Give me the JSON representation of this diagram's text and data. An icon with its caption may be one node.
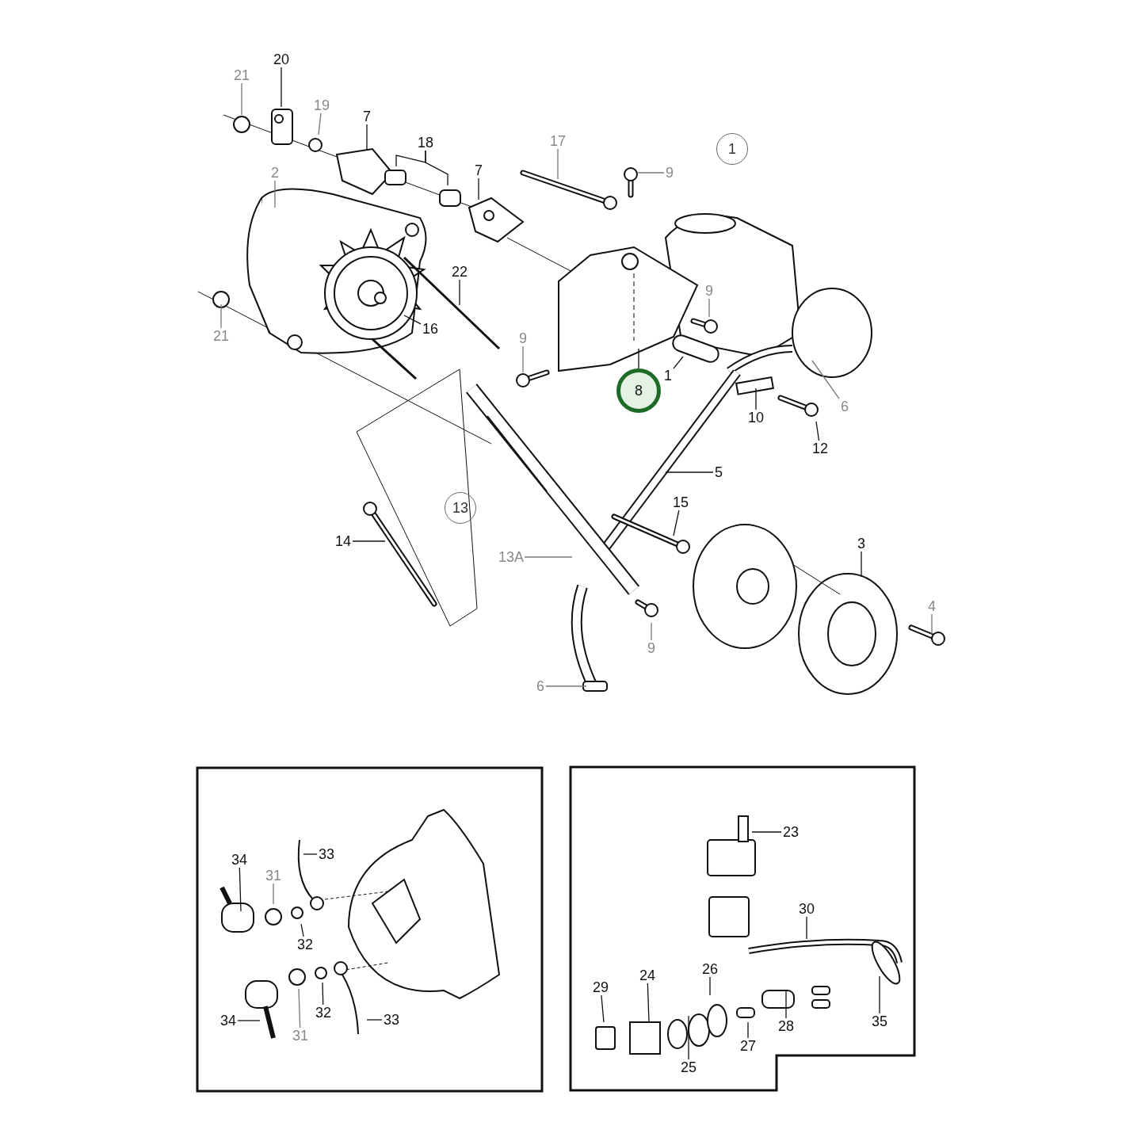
{
  "diagram": {
    "nodes": [
      {
        "text": [
          "20"
        ]
      },
      {
        "text": [
          "21"
        ]
      },
      {
        "text": [
          "19"
        ]
      },
      {
        "text": [
          "7"
        ]
      },
      {
        "text": [
          "18"
        ]
      },
      {
        "text": [
          "7"
        ]
      },
      {
        "text": [
          "17"
        ]
      },
      {
        "text": [
          "2"
        ]
      },
      {
        "text": [
          "9"
        ]
      },
      {
        "text": [
          "1"
        ]
      },
      {
        "text": [
          "22"
        ]
      },
      {
        "text": [
          "21"
        ]
      },
      {
        "text": [
          "16"
        ]
      },
      {
        "text": [
          "9"
        ]
      },
      {
        "text": [
          "9"
        ]
      },
      {
        "text": [
          "1"
        ]
      },
      {
        "text": [
          "8"
        ]
      },
      {
        "text": [
          "6"
        ]
      },
      {
        "text": [
          "10"
        ]
      },
      {
        "text": [
          "12"
        ]
      },
      {
        "text": [
          "5"
        ]
      },
      {
        "text": [
          "13"
        ]
      },
      {
        "text": [
          "15"
        ]
      },
      {
        "text": [
          "14"
        ]
      },
      {
        "text": [
          "3"
        ]
      },
      {
        "text": [
          "13A"
        ]
      },
      {
        "text": [
          "4"
        ]
      },
      {
        "text": [
          "9"
        ]
      },
      {
        "text": [
          "6"
        ]
      },
      {
        "text": [
          "34"
        ]
      },
      {
        "text": [
          "33"
        ]
      },
      {
        "text": [
          "31"
        ]
      },
      {
        "text": [
          "32"
        ]
      },
      {
        "text": [
          "34"
        ]
      },
      {
        "text": [
          "33"
        ]
      },
      {
        "text": [
          "32"
        ]
      },
      {
        "text": [
          "31"
        ]
      },
      {
        "text": [
          "23"
        ]
      },
      {
        "text": [
          "30"
        ]
      },
      {
        "text": [
          "26"
        ]
      },
      {
        "text": [
          "29"
        ]
      },
      {
        "text": [
          "24"
        ]
      },
      {
        "text": [
          "35"
        ]
      },
      {
        "text": [
          "28"
        ]
      },
      {
        "text": [
          "27"
        ]
      },
      {
        "text": [
          "25"
        ]
      }
    ],
    "edges": [
      {
        "from": 0,
        "to": null,
        "arrow": "none"
      },
      {
        "from": 1,
        "to": null,
        "arrow": "none",
        "color": "#777777"
      },
      {
        "from": 2,
        "to": null,
        "arrow": "none",
        "color": "#777777"
      },
      {
        "from": 3,
        "to": null,
        "arrow": "none"
      },
      {
        "from": 4,
        "to": null,
        "arrow": "none"
      },
      {
        "from": 4,
        "to": null,
        "arrow": "none"
      },
      {
        "from": 5,
        "to": null,
        "arrow": "none"
      },
      {
        "from": 6,
        "to": null,
        "arrow": "none",
        "color": "#777777"
      },
      {
        "from": 7,
        "to": null,
        "arrow": "none",
        "color": "#777777"
      },
      {
        "from": 8,
        "to": null,
        "arrow": "none",
        "color": "#777777"
      },
      {
        "from": 10,
        "to": null,
        "arrow": "none"
      },
      {
        "from": 11,
        "to": null,
        "arrow": "none",
        "color": "#777777"
      },
      {
        "from": 12,
        "to": null,
        "arrow": "none"
      },
      {
        "from": 13,
        "to": null,
        "arrow": "none",
        "color": "#777777"
      },
      {
        "from": 14,
        "to": null,
        "arrow": "none",
        "color": "#777777"
      },
      {
        "from": 15,
        "to": null,
        "arrow": "none"
      },
      {
        "from": 16,
        "to": null,
        "arrow": "none"
      },
      {
        "from": 17,
        "to": null,
        "arrow": "none",
        "color": "#777777"
      },
      {
        "from": 18,
        "to": null,
        "arrow": "none"
      },
      {
        "from": 19,
        "to": null,
        "arrow": "none"
      },
      {
        "from": 20,
        "to": null,
        "arrow": "none"
      },
      {
        "from": 22,
        "to": null,
        "arrow": "none"
      },
      {
        "from": 23,
        "to": null,
        "arrow": "none"
      },
      {
        "from": 24,
        "to": null,
        "arrow": "none"
      },
      {
        "from": 25,
        "to": null,
        "arrow": "none",
        "color": "#777777"
      },
      {
        "from": 26,
        "to": null,
        "arrow": "none",
        "color": "#777777"
      },
      {
        "from": 27,
        "to": null,
        "arrow": "none",
        "color": "#777777"
      },
      {
        "from": 28,
        "to": null,
        "arrow": "none",
        "color": "#777777"
      },
      {
        "from": 29,
        "to": null,
        "arrow": "none"
      },
      {
        "from": 30,
        "to": null,
        "arrow": "none"
      },
      {
        "from": 31,
        "to": null,
        "arrow": "none",
        "color": "#777777"
      },
      {
        "from": 32,
        "to": null,
        "arrow": "none"
      },
      {
        "from": 33,
        "to": null,
        "arrow": "none"
      },
      {
        "from": 34,
        "to": null,
        "arrow": "none"
      },
      {
        "from": 35,
        "to": null,
        "arrow": "none"
      },
      {
        "from": 36,
        "to": null,
        "arrow": "none",
        "color": "#777777"
      },
      {
        "from": 37,
        "to": null,
        "arrow": "none"
      },
      {
        "from": 38,
        "to": null,
        "arrow": "none"
      },
      {
        "from": 39,
        "to": null,
        "arrow": "none"
      },
      {
        "from": 40,
        "to": null,
        "arrow": "none"
      },
      {
        "from": 41,
        "to": null,
        "arrow": "none"
      },
      {
        "from": 42,
        "to": null,
        "arrow": "none"
      },
      {
        "from": 43,
        "to": null,
        "arrow": "none"
      },
      {
        "from": 44,
        "to": null,
        "arrow": "none"
      },
      {
        "from": 45,
        "to": null,
        "arrow": "none"
      }
    ]
  }
}
